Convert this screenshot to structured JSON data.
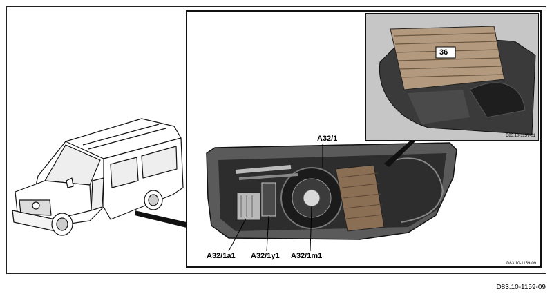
{
  "figure_id": "D83.10-1159-09",
  "detail_ref": "D83.10-1159-09",
  "inset": {
    "label": "36",
    "ref": "D83.10-1157-01"
  },
  "labels": {
    "housing": "A32/1",
    "a1": "A32/1a1",
    "y1": "A32/1y1",
    "m1": "A32/1m1"
  }
}
